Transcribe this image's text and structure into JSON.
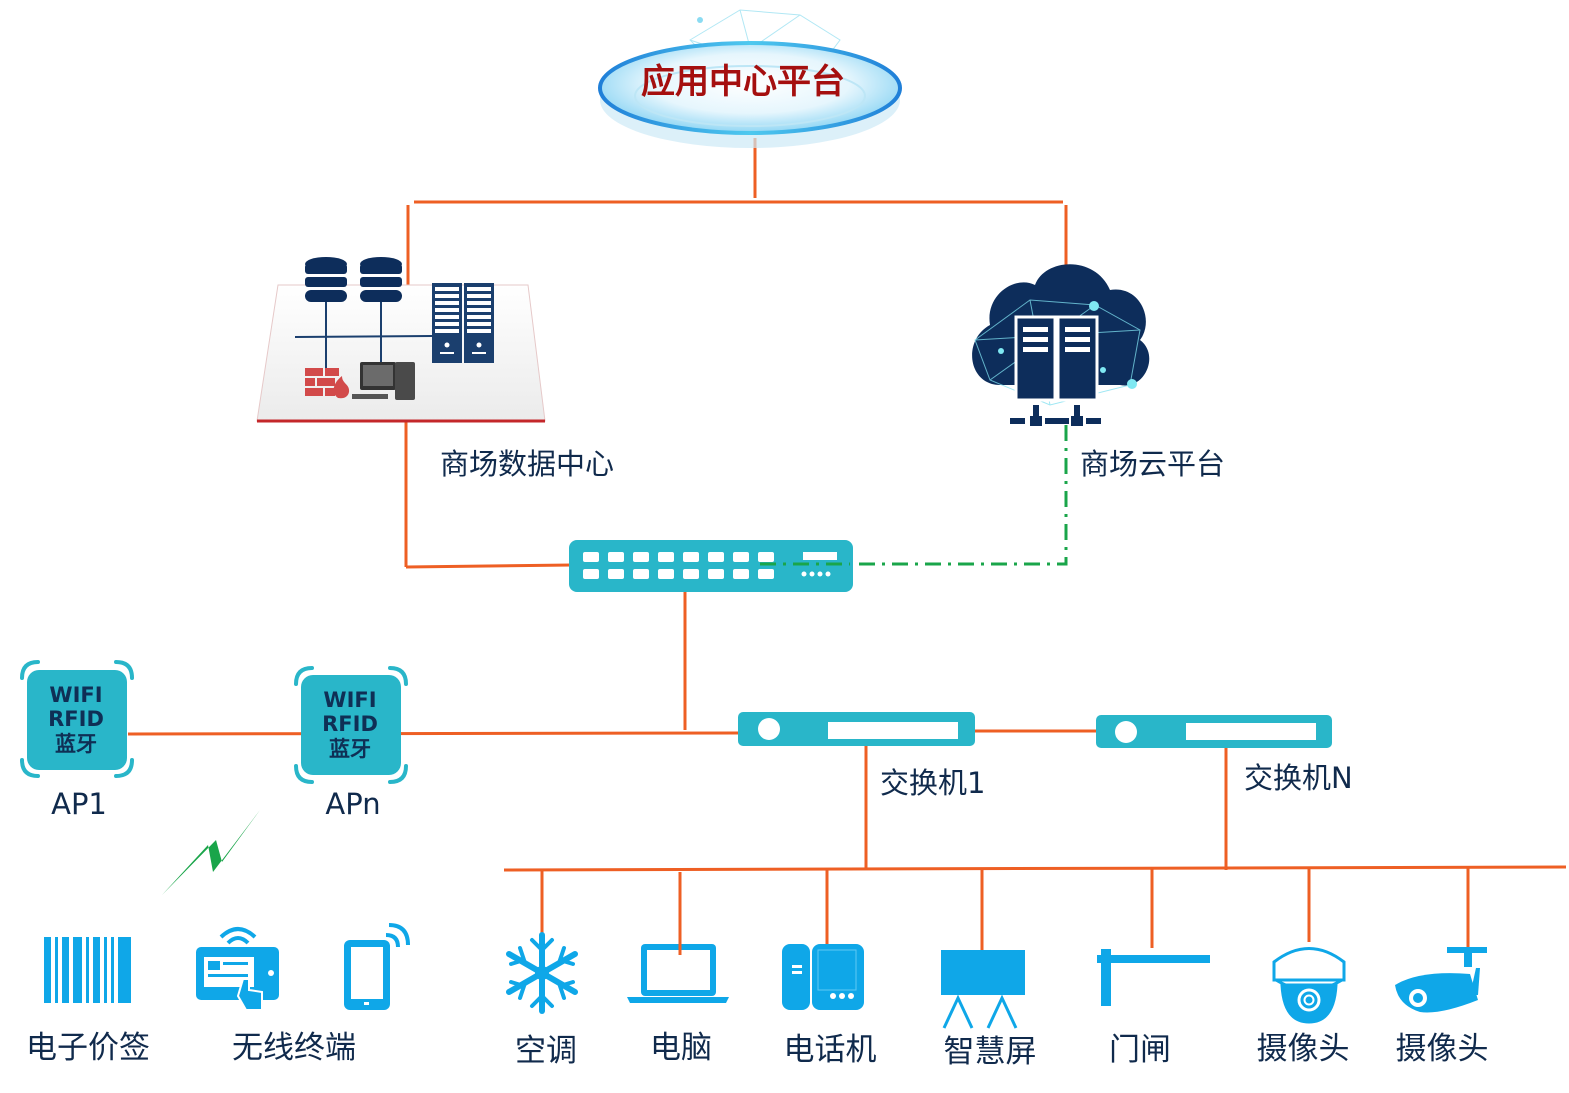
{
  "colors": {
    "wire": "#ee5f24",
    "wireless_link": "#1aa54a",
    "device_blue": "#0fa7e8",
    "teal": "#29b6c9",
    "navy": "#0d2d5b",
    "label": "#102a4c",
    "title_red": "#a50f0f",
    "firewall_red": "#d24a4a"
  },
  "platform": {
    "title": "应用中心平台"
  },
  "data_center": {
    "label": "商场数据中心"
  },
  "cloud": {
    "label": "商场云平台"
  },
  "core_switch": {
    "name": "core-switch"
  },
  "access_points": [
    {
      "label": "AP1",
      "lines": [
        "WIFI",
        "RFID",
        "蓝牙"
      ]
    },
    {
      "label": "APn",
      "lines": [
        "WIFI",
        "RFID",
        "蓝牙"
      ]
    }
  ],
  "switches": [
    {
      "label": "交换机1"
    },
    {
      "label": "交换机N"
    }
  ],
  "wireless_devices": {
    "price_tag_label": "电子价签",
    "terminal_label": "无线终端"
  },
  "wired_devices": [
    {
      "label": "空调",
      "icon": "snowflake-icon"
    },
    {
      "label": "电脑",
      "icon": "laptop-icon"
    },
    {
      "label": "电话机",
      "icon": "phone-icon"
    },
    {
      "label": "智慧屏",
      "icon": "smart-screen-icon"
    },
    {
      "label": "门闸",
      "icon": "gate-barrier-icon"
    },
    {
      "label": "摄像头",
      "icon": "dome-camera-icon"
    },
    {
      "label": "摄像头",
      "icon": "bullet-camera-icon"
    }
  ]
}
